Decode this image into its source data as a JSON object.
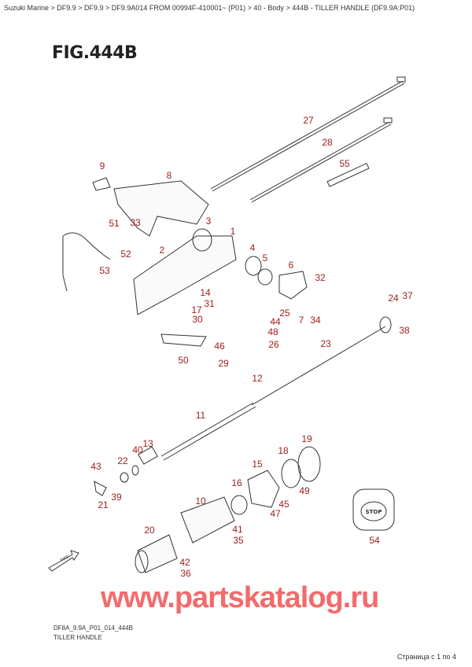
{
  "breadcrumb": "Suzuki Marine > DF9.9 > DF9.9 > DF9.9A014 FROM 00994F-410001~ (P01) > 40 - Body > 444B - TILLER HANDLE (DF9.9A:P01)",
  "figure_title": "FIG.444B",
  "part_labels": [
    "27",
    "28",
    "55",
    "9",
    "8",
    "3",
    "33",
    "51",
    "1",
    "2",
    "52",
    "4",
    "5",
    "6",
    "32",
    "53",
    "24",
    "37",
    "14",
    "31",
    "17",
    "25",
    "30",
    "44",
    "7",
    "34",
    "38",
    "48",
    "23",
    "26",
    "46",
    "50",
    "29",
    "12",
    "11",
    "19",
    "13",
    "18",
    "40",
    "22",
    "15",
    "43",
    "49",
    "16",
    "39",
    "21",
    "45",
    "10",
    "47",
    "20",
    "41",
    "35",
    "54",
    "42",
    "36"
  ],
  "stop_label": "STOP",
  "fwd_label": "FWD",
  "watermark": "www.partskatalog.ru",
  "drawing_code": "DF8A_9.9A_P01_014_444B",
  "drawing_title": "TILLER HANDLE",
  "pager": "Страница с 1 по 4"
}
